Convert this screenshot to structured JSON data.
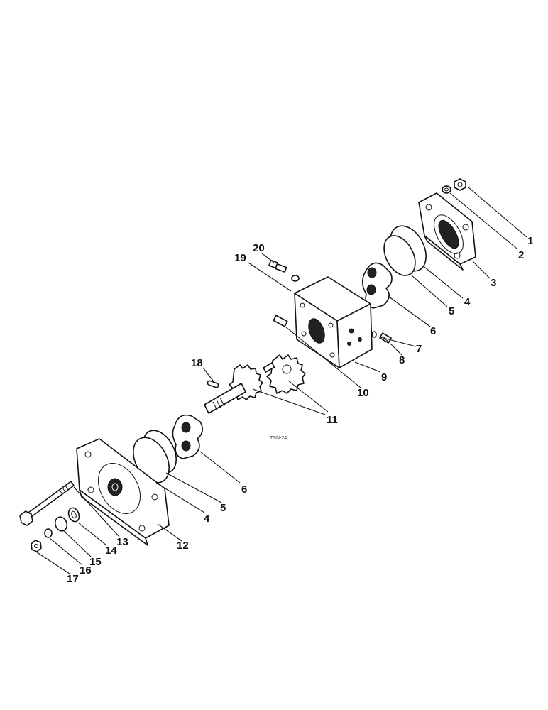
{
  "figure_code": "TSN-24",
  "callouts": [
    {
      "id": "1",
      "text": "1"
    },
    {
      "id": "2",
      "text": "2"
    },
    {
      "id": "3",
      "text": "3"
    },
    {
      "id": "4a",
      "text": "4"
    },
    {
      "id": "5a",
      "text": "5"
    },
    {
      "id": "6a",
      "text": "6"
    },
    {
      "id": "7",
      "text": "7"
    },
    {
      "id": "8",
      "text": "8"
    },
    {
      "id": "9",
      "text": "9"
    },
    {
      "id": "10",
      "text": "10"
    },
    {
      "id": "11",
      "text": "11"
    },
    {
      "id": "18",
      "text": "18"
    },
    {
      "id": "19",
      "text": "19"
    },
    {
      "id": "20",
      "text": "20"
    },
    {
      "id": "6b",
      "text": "6"
    },
    {
      "id": "5b",
      "text": "5"
    },
    {
      "id": "4b",
      "text": "4"
    },
    {
      "id": "12",
      "text": "12"
    },
    {
      "id": "13",
      "text": "13"
    },
    {
      "id": "14",
      "text": "14"
    },
    {
      "id": "15",
      "text": "15"
    },
    {
      "id": "16",
      "text": "16"
    },
    {
      "id": "17",
      "text": "17"
    }
  ]
}
